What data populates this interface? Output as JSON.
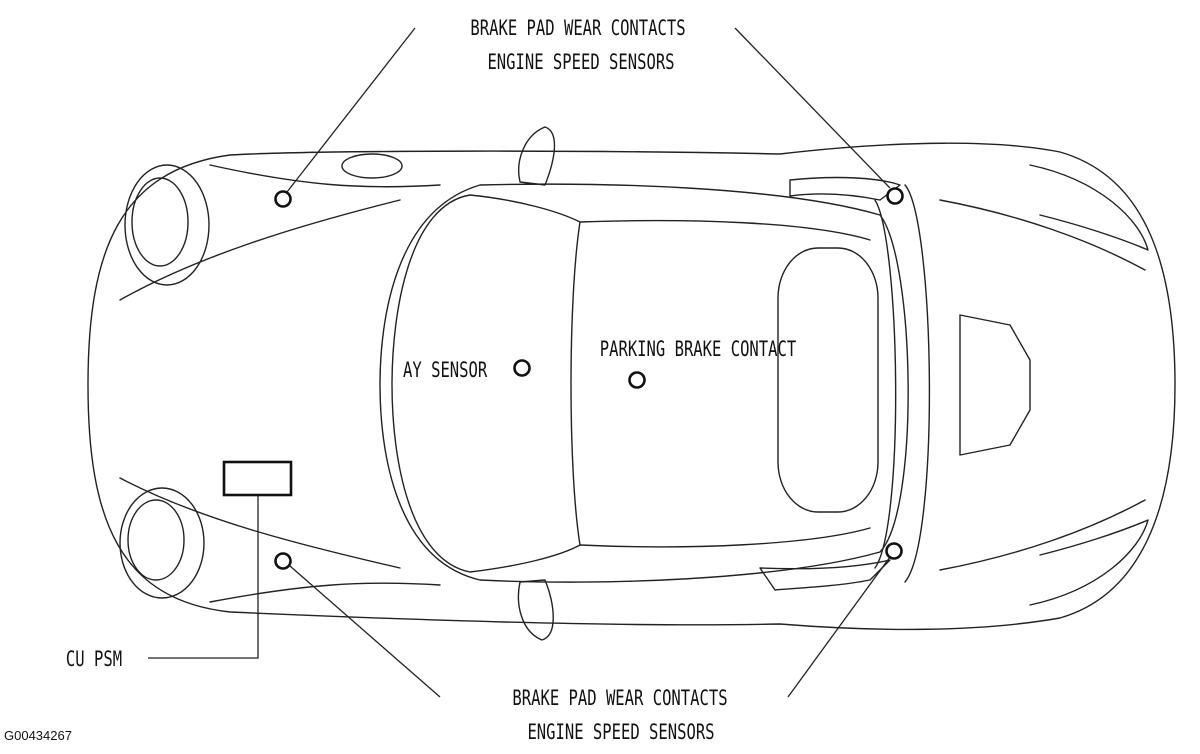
{
  "labels": {
    "front_top_line1": "BRAKE PAD WEAR CONTACTS",
    "front_top_line2": "ENGINE SPEED SENSORS",
    "bottom_line1": "BRAKE PAD WEAR  CONTACTS",
    "bottom_line2": "ENGINE SPEED SENSORS",
    "ay_sensor": "AY SENSOR",
    "parking_brake": "PARKING BRAKE CONTACT",
    "cu_psm": "CU PSM"
  },
  "figure_id": "G00434267"
}
